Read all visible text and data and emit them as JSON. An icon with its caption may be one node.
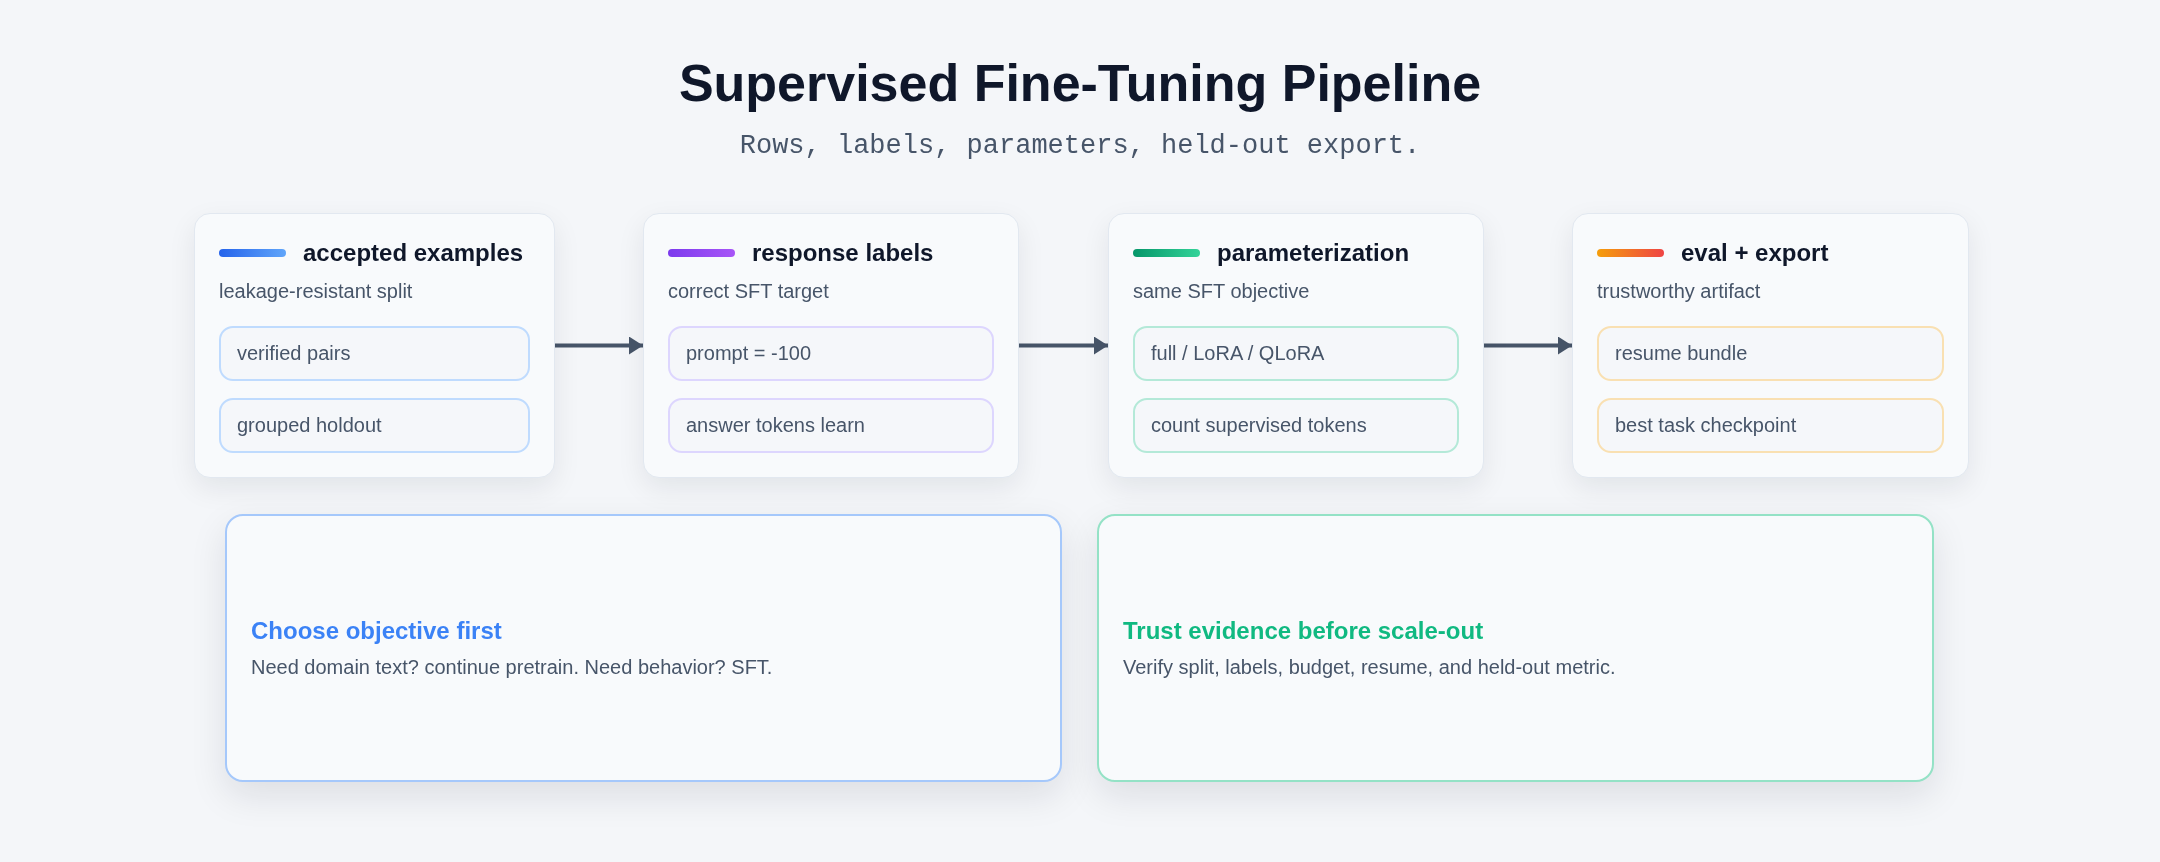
{
  "diagram": {
    "title": "Supervised Fine-Tuning Pipeline",
    "nodes": [
      {
        "text": [
          "accepted examples",
          "leakage-resistant split"
        ]
      },
      {
        "text": [
          "verified pairs"
        ],
        "in": 0
      },
      {
        "text": [
          "grouped holdout"
        ],
        "in": 0
      },
      {
        "text": [
          "response labels",
          "correct SFT target"
        ]
      },
      {
        "text": [
          "prompt = -100"
        ],
        "in": 3
      },
      {
        "text": [
          "answer tokens learn"
        ],
        "in": 3
      },
      {
        "text": [
          "parameterization",
          "same SFT objective"
        ]
      },
      {
        "text": [
          "full / LoRA / QLoRA"
        ],
        "in": 6
      },
      {
        "text": [
          "count supervised tokens"
        ],
        "in": 6
      },
      {
        "text": [
          "eval + export",
          "trustworthy artifact"
        ]
      },
      {
        "text": [
          "resume bundle"
        ],
        "in": 9
      },
      {
        "text": [
          "best task checkpoint"
        ],
        "in": 9
      },
      {
        "text": [
          "Choose objective first",
          "Need domain text? continue pretrain. Need behavior? SFT."
        ]
      },
      {
        "text": [
          "Trust evidence before scale-out",
          "Verify split, labels, budget, resume, and held-out metric."
        ]
      }
    ],
    "edges": [
      {
        "from": 0,
        "to": 3,
        "arrow": "to"
      },
      {
        "from": 3,
        "to": 6,
        "arrow": "to"
      },
      {
        "from": 6,
        "to": 9,
        "arrow": "to"
      }
    ],
    "labels": [
      "Rows, labels, parameters, held-out export."
    ]
  }
}
